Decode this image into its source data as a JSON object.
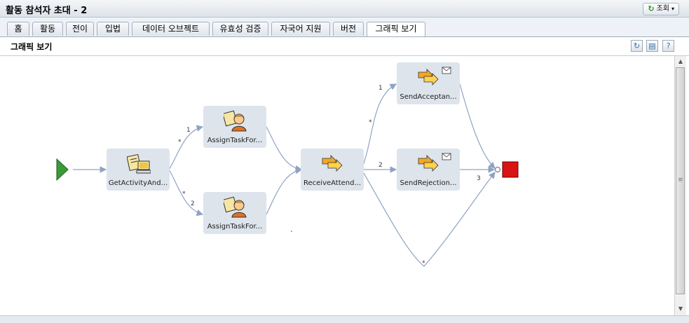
{
  "window": {
    "title": "활동 참석자 초대 - 2",
    "lookup_label": "조회"
  },
  "tabs": [
    {
      "label": "홈"
    },
    {
      "label": "활동"
    },
    {
      "label": "전이"
    },
    {
      "label": "입법"
    },
    {
      "label": "데이터 오브젝트"
    },
    {
      "label": "유효성 검증"
    },
    {
      "label": "자국어 지원"
    },
    {
      "label": "버전"
    },
    {
      "label": "그래픽 보기",
      "active": true
    }
  ],
  "section": {
    "title": "그래픽 보기",
    "tools": [
      "refresh-icon",
      "print-icon",
      "help-icon"
    ]
  },
  "graph": {
    "nodes": [
      {
        "id": "get",
        "label": "GetActivityAnd...",
        "icon": "document-computer-icon"
      },
      {
        "id": "assign1",
        "label": "AssignTaskFor...",
        "icon": "person-task-icon"
      },
      {
        "id": "assign2",
        "label": "AssignTaskFor...",
        "icon": "person-task-icon"
      },
      {
        "id": "receive",
        "label": "ReceiveAttend...",
        "icon": "arrows-icon"
      },
      {
        "id": "accept",
        "label": "SendAcceptan...",
        "icon": "arrows-mail-icon"
      },
      {
        "id": "reject",
        "label": "SendRejection...",
        "icon": "arrows-mail-icon"
      }
    ],
    "edge_labels": [
      "1",
      "*",
      "2",
      "*",
      "1",
      "*",
      "2",
      "3",
      "*"
    ],
    "colors": {
      "start": "#3a9a3a",
      "end": "#d81414",
      "node": "#dde4ec",
      "edge": "#8fa3c4"
    }
  }
}
